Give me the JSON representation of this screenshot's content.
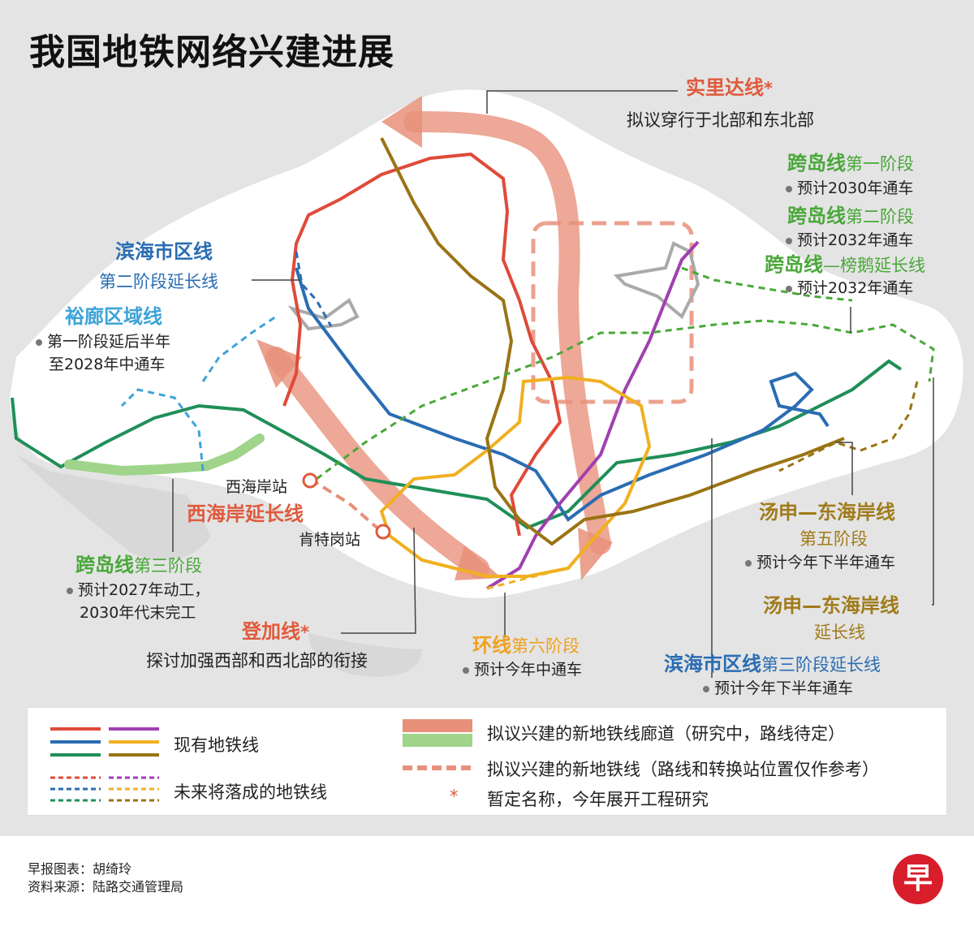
{
  "title": "我国地铁网络兴建进展",
  "labels": {
    "cross_region": {
      "name": "实里达线",
      "star": "*",
      "desc": "拟议穿行于北部和东北部"
    },
    "crl1": {
      "name": "跨岛线",
      "suffix": "第一阶段",
      "desc": "预计2030年通车"
    },
    "crl2": {
      "name": "跨岛线",
      "suffix": "第二阶段",
      "desc": "预计2032年通车"
    },
    "crl_punggol": {
      "name": "跨岛线",
      "suffix": "—榜鹅延长线",
      "desc": "预计2032年通车"
    },
    "dtl2": {
      "name": "滨海市区线",
      "desc": "第二阶段延长线"
    },
    "jrl": {
      "name": "裕廊区域线",
      "desc1": "第一阶段延后半年",
      "desc2": "至2028年中通车"
    },
    "west_coast_station": "西海岸站",
    "west_coast_ext": "西海岸延长线",
    "kent_ridge_station": "肯特岗站",
    "crl3": {
      "name": "跨岛线",
      "suffix": "第三阶段",
      "desc1": "预计2027年动工，",
      "desc2": "2030年代末完工"
    },
    "tengah": {
      "name": "登加线",
      "star": "*",
      "desc": "探讨加强西部和西北部的衔接"
    },
    "ccl6": {
      "name": "环线",
      "suffix": "第六阶段",
      "desc": "预计今年中通车"
    },
    "tel5": {
      "name": "汤申—东海岸线",
      "suffix": "第五阶段",
      "desc": "预计今年下半年通车"
    },
    "tel_ext": {
      "name": "汤申—东海岸线",
      "suffix": "延长线"
    },
    "dtl3": {
      "name": "滨海市区线",
      "suffix": "第三阶段延长线",
      "desc": "预计今年下半年通车"
    }
  },
  "legend": {
    "existing": "现有地铁线",
    "future": "未来将落成的地铁线",
    "corridor": "拟议兴建的新地铁线廊道（研究中，路线待定）",
    "proposed": "拟议兴建的新地铁线（路线和转换站位置仅作参考）",
    "star": "*",
    "tentative": "暂定名称，今年展开工程研究"
  },
  "credits": {
    "chart": "早报图表：胡绮玲",
    "source": "资料来源：陆路交通管理局"
  },
  "logo": "早",
  "colors": {
    "red": "#e04a3a",
    "blue": "#2a6db3",
    "purple": "#a040b0",
    "yellow": "#f0b020",
    "brown": "#9a7414",
    "green": "#1f8f58",
    "lightgreen": "#9fd48a",
    "corridor": "#e8907a"
  }
}
